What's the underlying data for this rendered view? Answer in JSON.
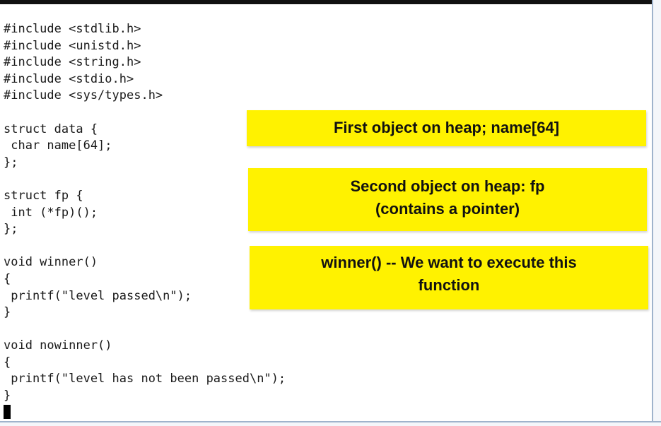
{
  "code": {
    "lines": [
      "#include <stdlib.h>",
      "#include <unistd.h>",
      "#include <string.h>",
      "#include <stdio.h>",
      "#include <sys/types.h>",
      "",
      "struct data {",
      " char name[64];",
      "};",
      "",
      "struct fp {",
      " int (*fp)();",
      "};",
      "",
      "void winner()",
      "{",
      " printf(\"level passed\\n\");",
      "}",
      "",
      "void nowinner()",
      "{",
      " printf(\"level has not been passed\\n\");",
      "}"
    ]
  },
  "annotations": [
    {
      "lines": [
        "First object on heap; name[64]"
      ]
    },
    {
      "lines": [
        "Second object on heap: fp",
        "(contains a pointer)"
      ]
    },
    {
      "lines": [
        "winner() -- We want to execute this",
        "function"
      ]
    }
  ],
  "colors": {
    "note_background": "#fff200",
    "code_text": "#1a1a1a"
  }
}
